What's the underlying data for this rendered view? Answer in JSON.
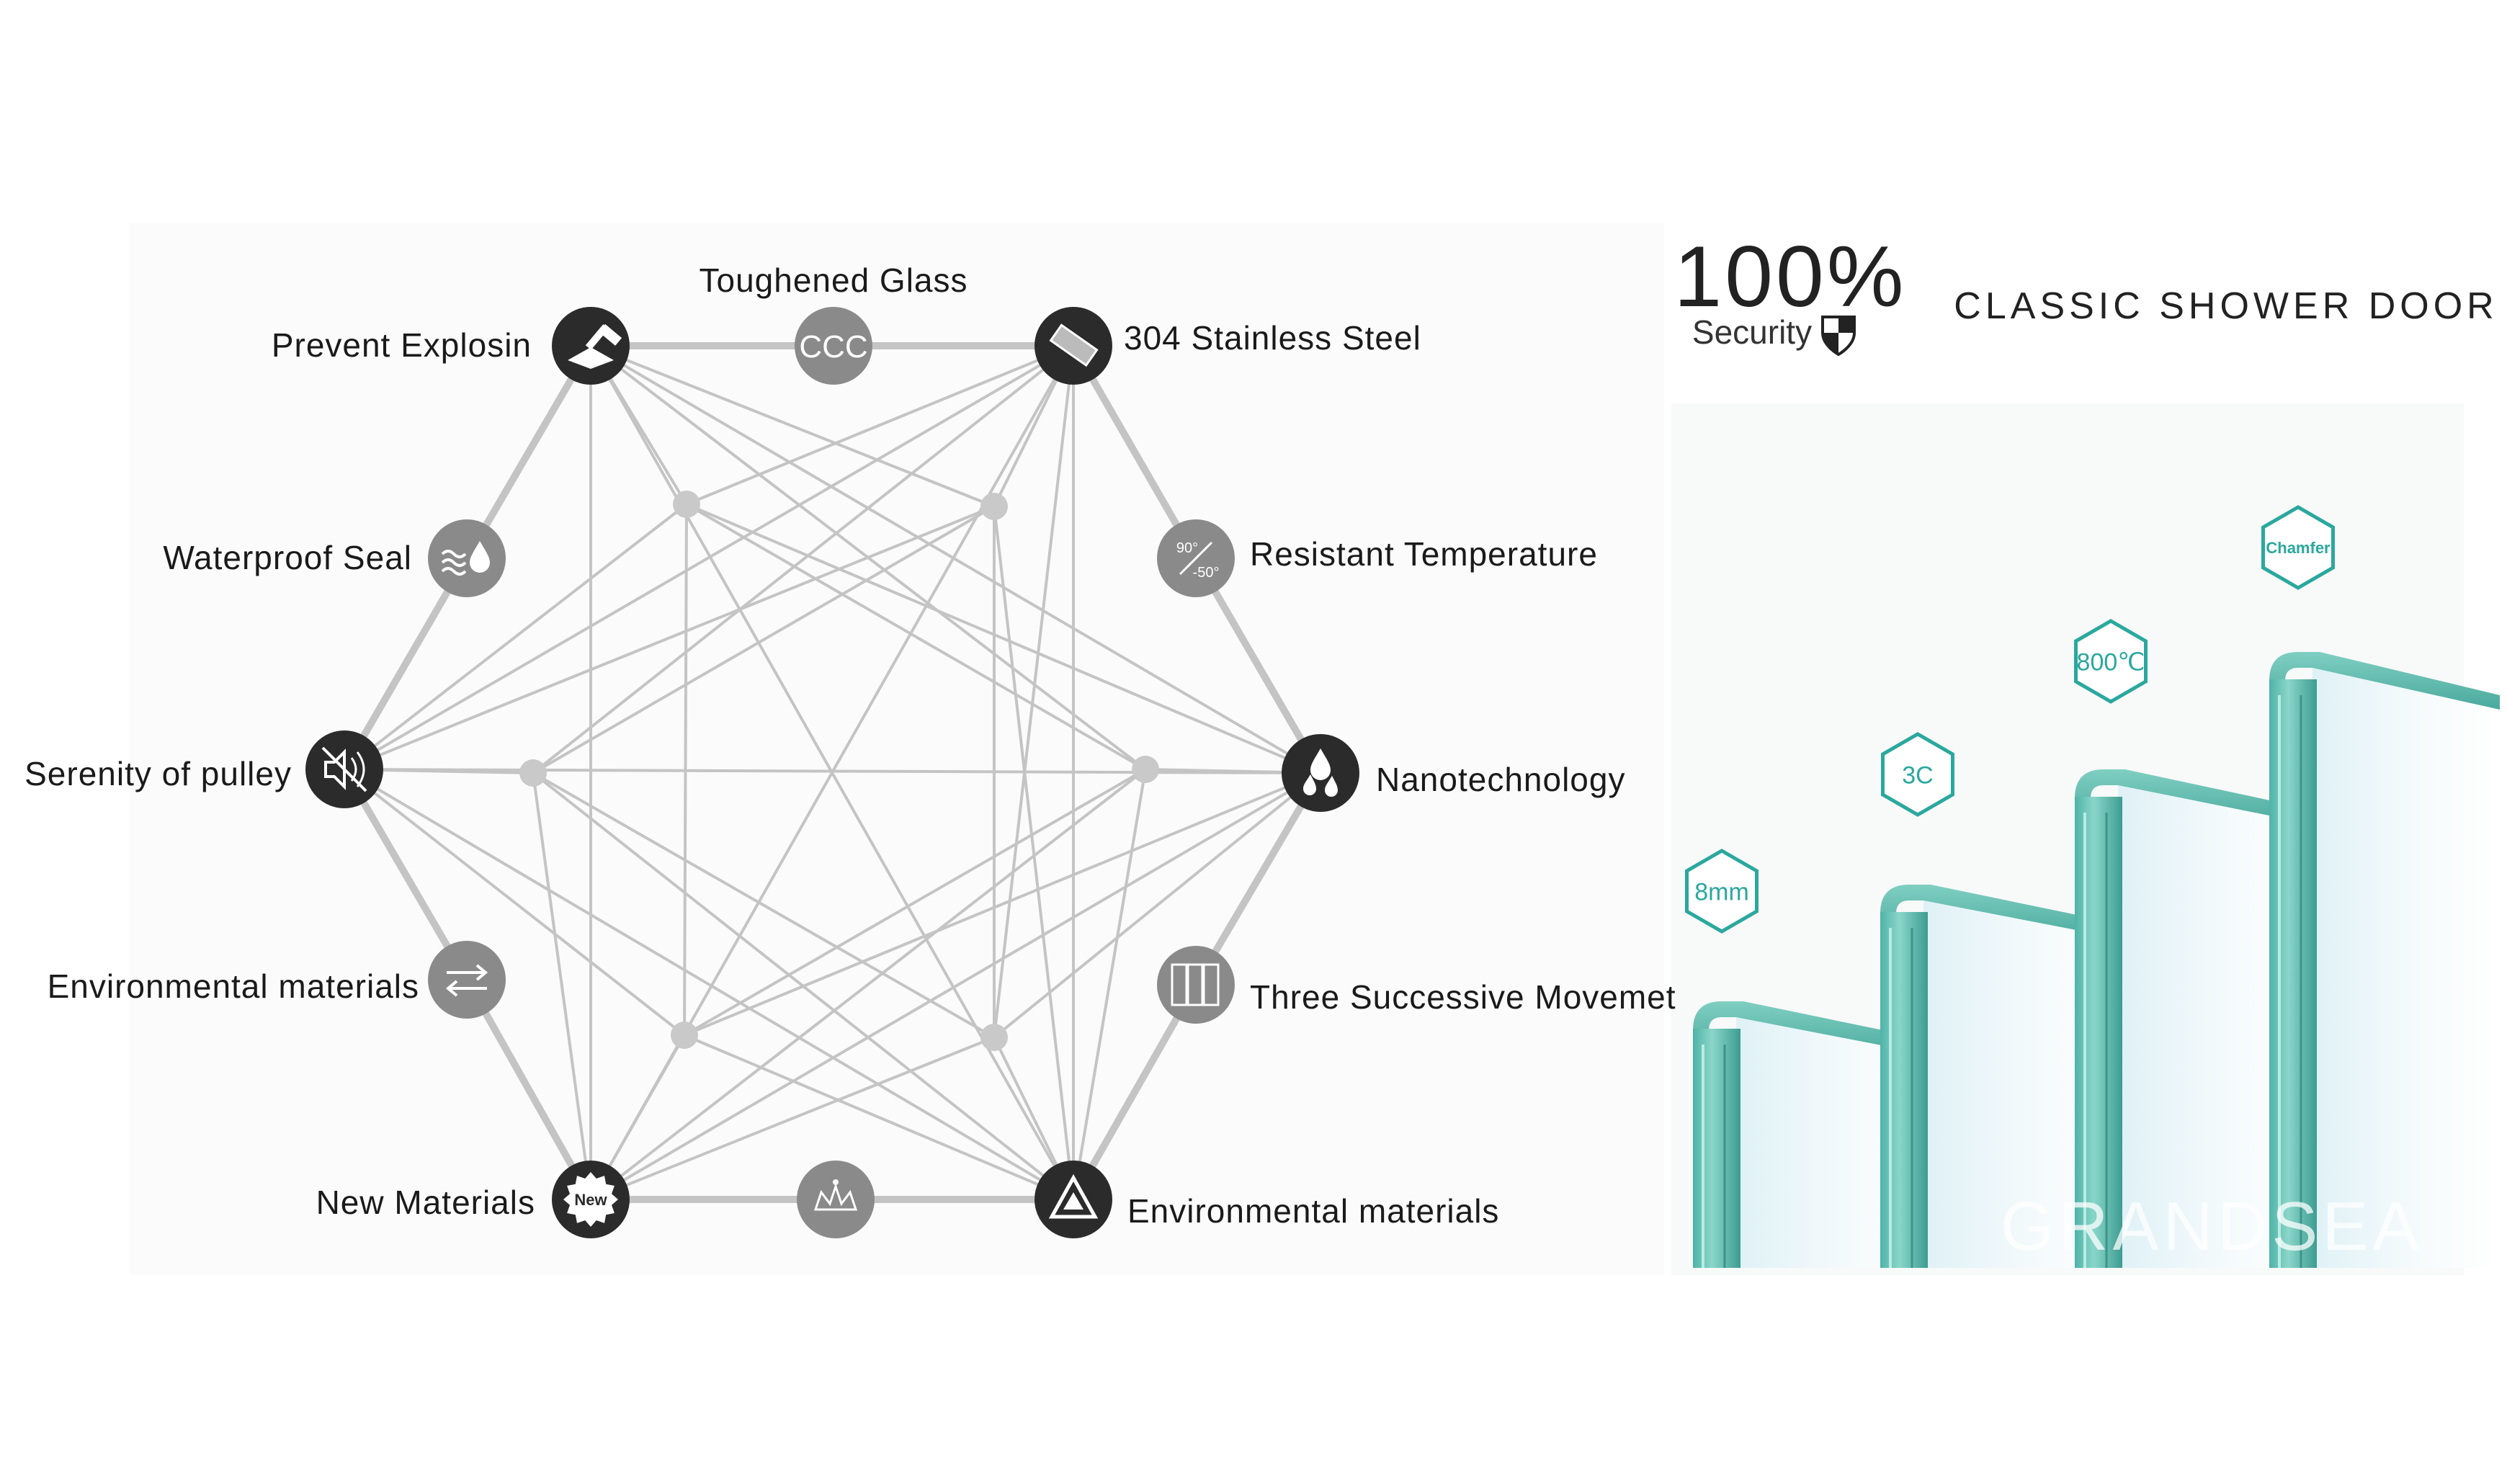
{
  "diagram": {
    "center_icon": "ccc-badge-icon",
    "nodes": [
      {
        "id": "toughened",
        "label": "Toughened Glass",
        "icon": "ccc-badge-icon",
        "tone": "grey"
      },
      {
        "id": "steel",
        "label": "304 Stainless Steel",
        "icon": "steel-bar-icon",
        "tone": "dark"
      },
      {
        "id": "temp",
        "label": "Resistant Temperature",
        "icon": "temperature-range-icon",
        "tone": "grey",
        "icon_texts": [
          "90°",
          "-50°"
        ]
      },
      {
        "id": "nano",
        "label": "Nanotechnology",
        "icon": "water-drops-icon",
        "tone": "dark"
      },
      {
        "id": "move",
        "label": "Three Successive Movemet",
        "icon": "sliding-panels-icon",
        "tone": "grey"
      },
      {
        "id": "env2",
        "label": "Environmental materials",
        "icon": "recycle-triangle-icon",
        "tone": "dark"
      },
      {
        "id": "bottom",
        "label": "",
        "icon": "crown-sparkle-icon",
        "tone": "grey"
      },
      {
        "id": "newmat",
        "label": "New Materials",
        "icon": "new-badge-icon",
        "tone": "dark",
        "icon_text": "New"
      },
      {
        "id": "env1",
        "label": "Environmental materials",
        "icon": "arrows-exchange-icon",
        "tone": "grey"
      },
      {
        "id": "pulley",
        "label": "Serenity of pulley",
        "icon": "mute-speaker-icon",
        "tone": "dark"
      },
      {
        "id": "seal",
        "label": "Waterproof Seal",
        "icon": "waves-drop-icon",
        "tone": "grey"
      },
      {
        "id": "explosion",
        "label": "Prevent Explosin",
        "icon": "hammer-glass-icon",
        "tone": "dark"
      }
    ],
    "ccc_text": "CCC"
  },
  "badge": {
    "percent": "100%",
    "caption": "Security",
    "icon": "shield-icon"
  },
  "product": {
    "title": "CLASSIC SHOWER DOOR",
    "tags": [
      "8mm",
      "3C",
      "800℃",
      "Chamfer"
    ],
    "watermark": "GRANDSEA"
  },
  "colors": {
    "dark_node": "#2b2b2b",
    "grey_node": "#8a8a8a",
    "line": "#c4c4c4",
    "teal": "#2aa89e",
    "glass_edge": "#5fc2b4"
  }
}
